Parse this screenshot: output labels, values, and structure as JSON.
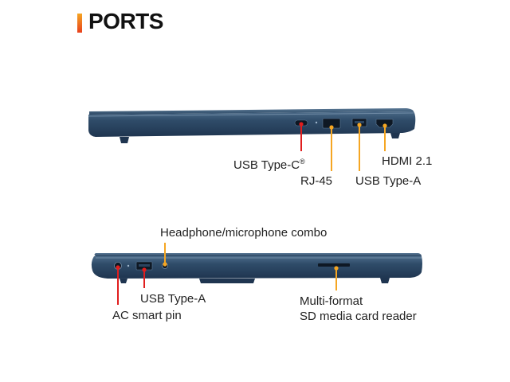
{
  "header": {
    "title": "PORTS"
  },
  "colors": {
    "accent_orange": "#f5a623",
    "accent_red": "#e01e1e",
    "chassis": "#2e4a66"
  },
  "side_right": {
    "labels": {
      "usb_c": "USB Type-C",
      "usb_c_mark": "®",
      "rj45": "RJ-45",
      "usb_a": "USB Type-A",
      "hdmi": "HDMI 2.1"
    }
  },
  "side_left": {
    "labels": {
      "headphone": "Headphone/microphone combo",
      "usb_a": "USB Type-A",
      "ac_pin": "AC smart pin",
      "sd_reader_line1": "Multi-format",
      "sd_reader_line2": "SD media card reader"
    }
  }
}
